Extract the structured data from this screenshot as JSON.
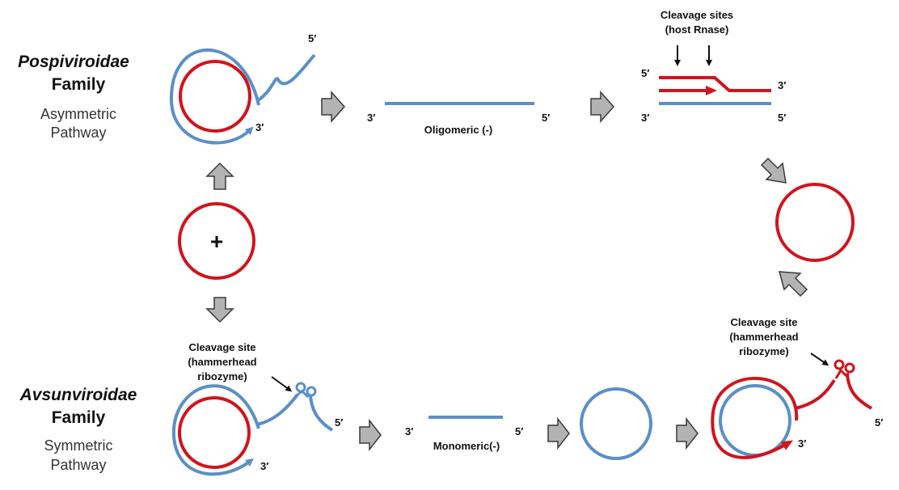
{
  "colors": {
    "plus_strand": "#d0141c",
    "minus_strand": "#5b8fc7",
    "arrow_fill": "#b3b3b3",
    "arrow_stroke": "#3a3a3a",
    "text": "#111111"
  },
  "top_pathway": {
    "family_name": "Pospiviroidae",
    "family_word": "Family",
    "pathway_line1": "Asymmetric",
    "pathway_line2": "Pathway",
    "rolling_5prime": "5′",
    "rolling_3prime": "3′",
    "oligomer_left": "3′",
    "oligomer_right": "5′",
    "oligomer_label": "Oligomeric (-)",
    "cleavage_title_line1": "Cleavage sites",
    "cleavage_title_line2": "(host Rnase)",
    "duplex_top_left": "5′",
    "duplex_top_right": "3′",
    "duplex_bottom_left": "3′",
    "duplex_bottom_right": "5′"
  },
  "center": {
    "plus_symbol": "+"
  },
  "bottom_pathway": {
    "family_name": "Avsunviroidae",
    "family_word": "Family",
    "pathway_line1": "Symmetric",
    "pathway_line2": "Pathway",
    "cleavage_left_line1": "Cleavage site",
    "cleavage_left_line2": "(hammerhead",
    "cleavage_left_line3": "ribozyme)",
    "rolling_5prime": "5′",
    "rolling_3prime": "3′",
    "monomer_left": "3′",
    "monomer_right": "5′",
    "monomer_label": "Monomeric(-)",
    "cleavage_right_line1": "Cleavage site",
    "cleavage_right_line2": "(hammerhead",
    "cleavage_right_line3": "ribozyme)",
    "right_5prime": "5′",
    "right_3prime": "3′"
  }
}
